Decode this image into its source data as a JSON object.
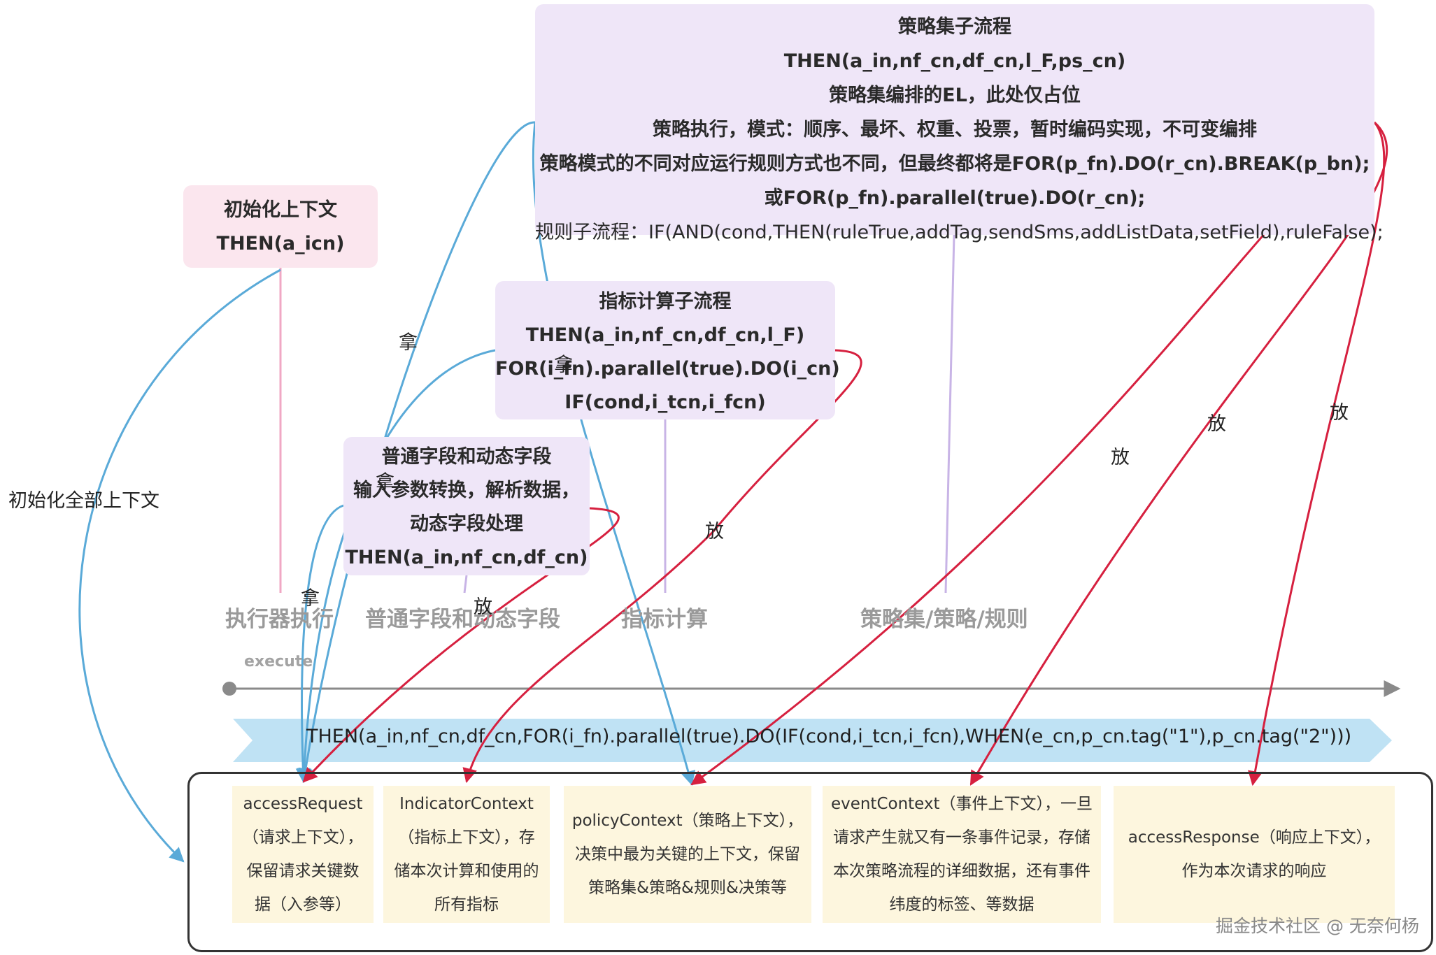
{
  "policy_box": {
    "lines": [
      "策略集子流程",
      "THEN(a_in,nf_cn,df_cn,l_F,ps_cn)",
      "策略集编排的EL，此处仅占位",
      "策略执行，模式：顺序、最坏、权重、投票，暂时编码实现，不可变编排",
      "策略模式的不同对应运行规则方式也不同，但最终都将是FOR(p_fn).DO(r_cn).BREAK(p_bn);",
      "或FOR(p_fn).parallel(true).DO(r_cn);",
      "规则子流程：IF(AND(cond,THEN(ruleTrue,addTag,sendSms,addListData,setField),ruleFalse);"
    ]
  },
  "init_box": {
    "lines": [
      "初始化上下文",
      "THEN(a_icn)"
    ]
  },
  "indicator_box": {
    "lines": [
      "指标计算子流程",
      "THEN(a_in,nf_cn,df_cn,l_F)",
      "FOR(i_fn).parallel(true).DO(i_cn)",
      "IF(cond,i_tcn,i_fcn)"
    ]
  },
  "field_box": {
    "lines": [
      "普通字段和动态字段",
      "输入参数转换，解析数据，",
      "动态字段处理",
      "THEN(a_in,nf_cn,df_cn)"
    ]
  },
  "stages": {
    "executor": "执行器执行",
    "field": "普通字段和动态字段",
    "indicator": "指标计算",
    "policy": "策略集/策略/规则"
  },
  "timeline": {
    "label": "execute"
  },
  "banner": {
    "text": "THEN(a_in,nf_cn,df_cn,FOR(i_fn).parallel(true).DO(IF(cond,i_tcn,i_fcn),WHEN(e_cn,p_cn.tag(\"1\"),p_cn.tag(\"2\")))"
  },
  "contexts": {
    "access_request": [
      "accessRequest",
      "（请求上下文），",
      "保留请求关键数",
      "据（入参等）"
    ],
    "indicator_context": [
      "IndicatorContext",
      "（指标上下文），存",
      "储本次计算和使用的",
      "所有指标"
    ],
    "policy_context": [
      "policyContext（策略上下文），",
      "决策中最为关键的上下文，保留",
      "策略集&策略&规则&决策等"
    ],
    "event_context": [
      "eventContext（事件上下文），一旦",
      "请求产生就又有一条事件记录，存储",
      "本次策略流程的详细数据，还有事件",
      "纬度的标签、等数据"
    ],
    "access_response": [
      "accessResponse（响应上下文），",
      "作为本次请求的响应"
    ]
  },
  "edge_labels": {
    "init_all": "初始化全部上下文",
    "take": "拿",
    "put": "放"
  },
  "watermark": "掘金技术社区 @ 无奈何杨",
  "colors": {
    "purple_box": "#efe6f8",
    "pink_box": "#fbe6ee",
    "context_box": "#fdf6de",
    "banner": "#bfe2f4",
    "take_arrow": "#5aaad8",
    "put_arrow": "#d6203f",
    "stage_text": "#9a9a9a"
  }
}
